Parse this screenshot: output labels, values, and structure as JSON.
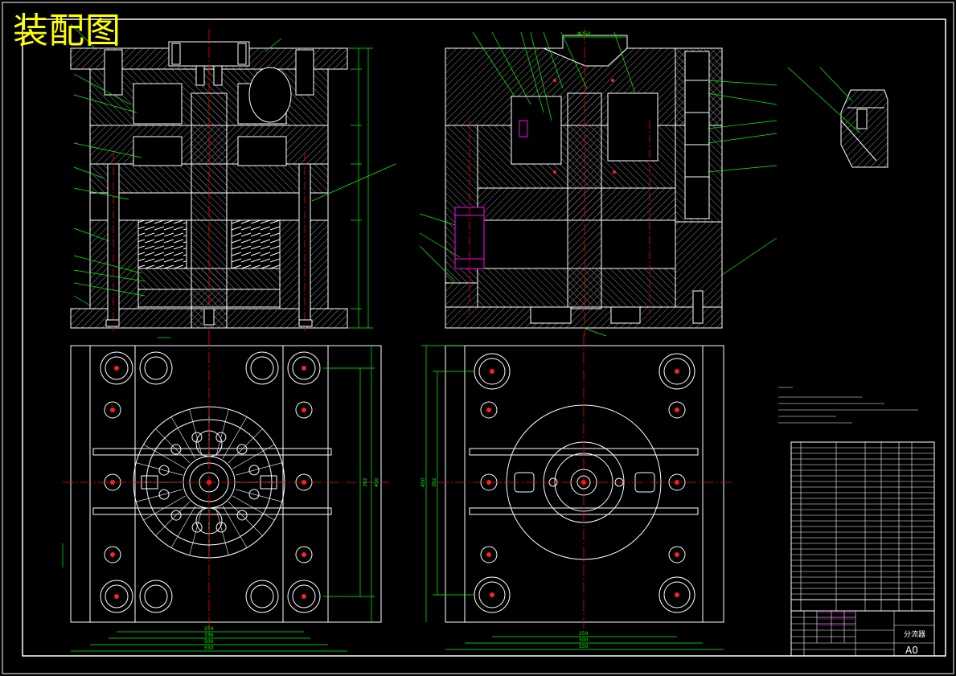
{
  "drawing": {
    "title": "装配图",
    "sheet_size": "A0",
    "title_block_name": "分流器"
  },
  "dimensions": {
    "plan_left_widths": [
      "254",
      "336",
      "500",
      "550"
    ],
    "plan_right_widths": [
      "254",
      "500",
      "550"
    ],
    "plan_left_heights": [
      "392",
      "450"
    ],
    "plan_right_heights": [
      "392",
      "450"
    ],
    "section_top": "Φ250"
  },
  "colors": {
    "background": "#000000",
    "outline": "#ffffff",
    "centerline": "#ff0000",
    "leader": "#00ff00",
    "dimension": "#00ff00",
    "hatch": "#9a9a9a",
    "accent_red": "#ff2020",
    "accent_magenta": "#ff00ff",
    "title": "#ffff00"
  }
}
